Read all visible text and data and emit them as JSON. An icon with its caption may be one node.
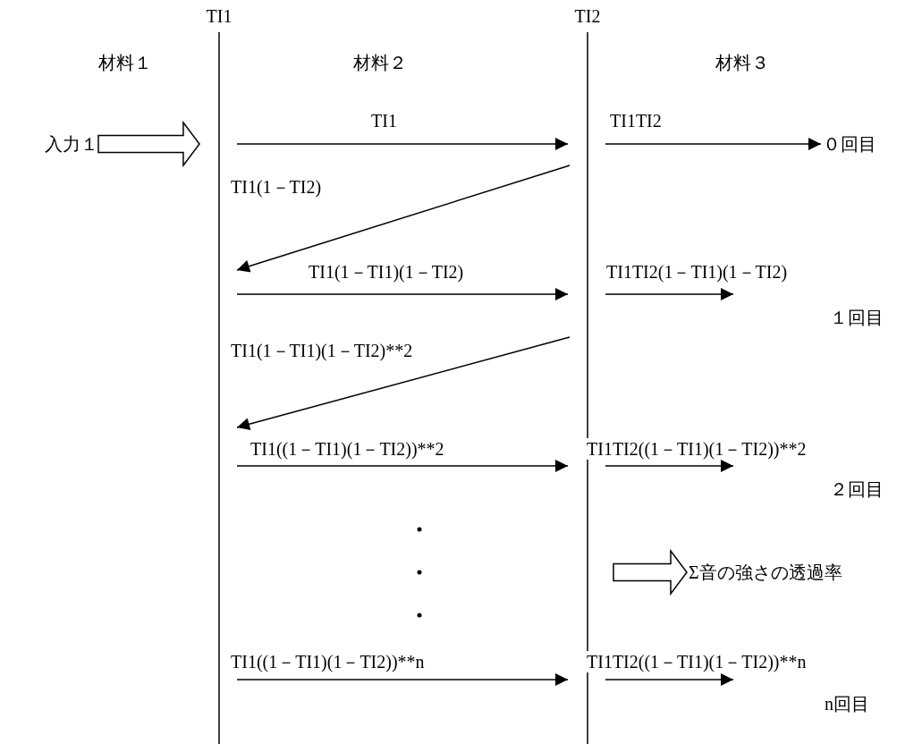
{
  "diagram": {
    "nodes": [
      {
        "text": [
          "TI1"
        ]
      },
      {
        "text": [
          "TI2"
        ]
      },
      {
        "text": [
          "入力１"
        ]
      },
      {
        "text": [
          "０回目"
        ]
      },
      {
        "text": [
          "Σ音の強さの透過率"
        ]
      }
    ],
    "edges": [
      {
        "from": 2,
        "to": 0,
        "arrow": "to",
        "style": "thick"
      },
      {
        "from": 0,
        "to": 1,
        "arrow": "to",
        "label": "TI1"
      },
      {
        "from": 1,
        "to": 3,
        "arrow": "to",
        "label": "TI1TI2"
      },
      {
        "from": 1,
        "to": 0,
        "arrow": "to",
        "label": "TI1(1－TI2)"
      },
      {
        "from": 0,
        "to": 1,
        "arrow": "to",
        "label": "TI1(1－TI1)(1－TI2)"
      },
      {
        "from": 1,
        "to": null,
        "arrow": "to",
        "label": "TI1TI2(1－TI1)(1－TI2)"
      },
      {
        "from": 1,
        "to": 0,
        "arrow": "to",
        "label": "TI1(1－TI1)(1－TI2)**2"
      },
      {
        "from": 0,
        "to": 1,
        "arrow": "to",
        "label": "TI1((1－TI1)(1－TI2))**2"
      },
      {
        "from": 1,
        "to": null,
        "arrow": "to",
        "label": "TI1TI2((1－TI1)(1－TI2))**2"
      },
      {
        "from": 0,
        "to": 1,
        "arrow": "to",
        "label": "TI1((1－TI1)(1－TI2))**n"
      },
      {
        "from": 1,
        "to": null,
        "arrow": "to",
        "label": "TI1TI2((1－TI1)(1－TI2))**n"
      },
      {
        "from": null,
        "to": 4,
        "arrow": "to",
        "style": "thick"
      }
    ],
    "labels": [
      "材料１",
      "材料２",
      "材料３",
      "１回目",
      "２回目",
      "n回目"
    ]
  }
}
